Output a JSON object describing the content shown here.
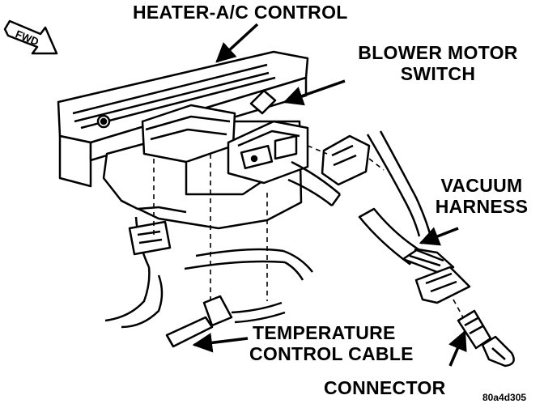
{
  "diagram": {
    "labels": {
      "heater_ac_control": "HEATER-A/C CONTROL",
      "blower_motor_switch_line1": "BLOWER MOTOR",
      "blower_motor_switch_line2": "SWITCH",
      "vacuum_harness_line1": "VACUUM",
      "vacuum_harness_line2": "HARNESS",
      "temperature_control_cable_line1": "TEMPERATURE",
      "temperature_control_cable_line2": "CONTROL CABLE",
      "connector": "CONNECTOR",
      "fwd": "FWD"
    },
    "figure_code": "80a4d305",
    "colors": {
      "ink": "#000000",
      "paper": "#ffffff"
    }
  }
}
